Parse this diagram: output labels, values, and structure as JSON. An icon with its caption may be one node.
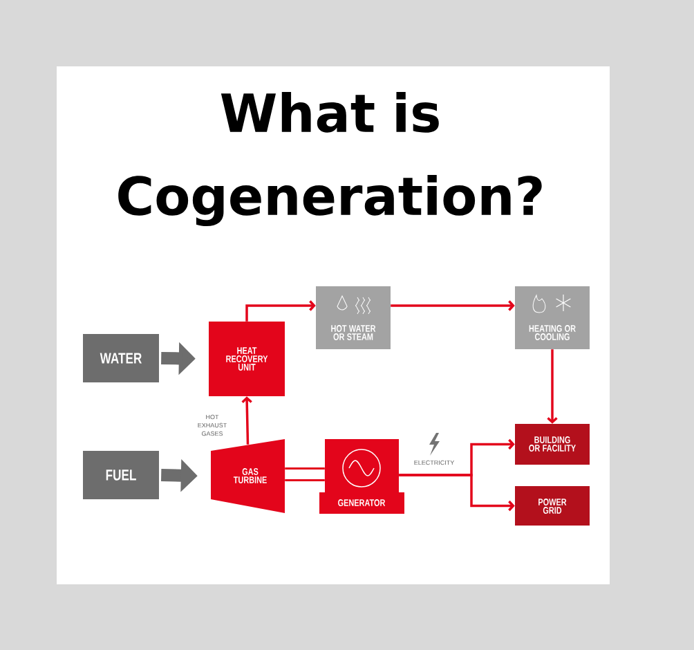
{
  "diagram": {
    "title": "What is Cogeneration?",
    "nodes": [
      {
        "text": [
          "WATER"
        ]
      },
      {
        "text": [
          "HEAT RECOVERY UNIT"
        ]
      },
      {
        "text": [
          "HOT WATER OR STEAM"
        ]
      },
      {
        "text": [
          "HEATING OR COOLING"
        ]
      },
      {
        "text": [
          "FUEL"
        ]
      },
      {
        "text": [
          "GAS TURBINE"
        ]
      },
      {
        "text": [
          "GENERATOR"
        ]
      },
      {
        "text": [
          "BUILDING OR FACILITY"
        ]
      },
      {
        "text": [
          "POWER GRID"
        ]
      }
    ],
    "edges": [
      {
        "from": 0,
        "to": 1,
        "arrow": "to",
        "style": "thick",
        "color": "#6d6d6d"
      },
      {
        "from": 4,
        "to": 5,
        "arrow": "to",
        "style": "thick",
        "color": "#6d6d6d"
      },
      {
        "from": 1,
        "to": 2,
        "arrow": "to"
      },
      {
        "from": 2,
        "to": 3,
        "arrow": "to"
      },
      {
        "from": 3,
        "to": 7,
        "arrow": "to"
      },
      {
        "from": 5,
        "to": 1,
        "arrow": "to",
        "label": "HOT EXHAUST GASES"
      },
      {
        "from": 5,
        "to": 6,
        "arrow": "none",
        "style": "thick"
      },
      {
        "from": 6,
        "to": 7,
        "arrow": "to",
        "label": "ELECTRICITY"
      },
      {
        "from": 6,
        "to": 8,
        "arrow": "to"
      }
    ]
  }
}
